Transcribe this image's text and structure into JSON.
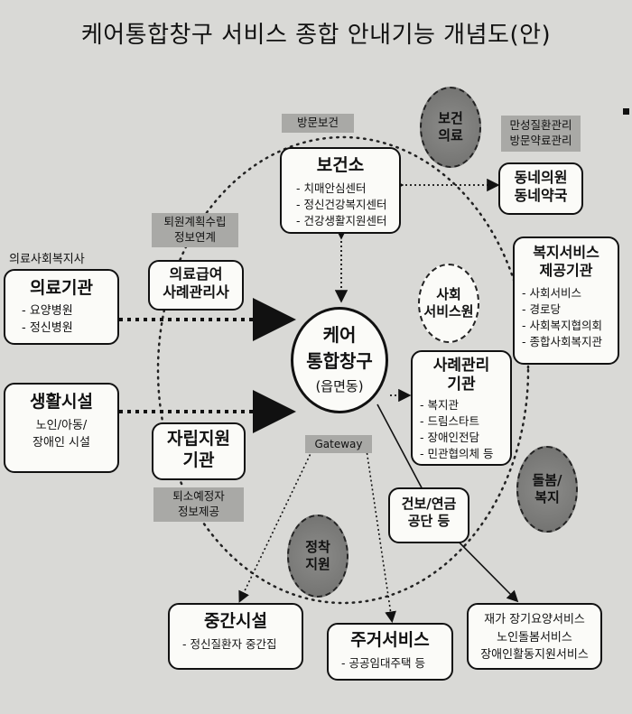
{
  "title": "케어통합창구 서비스 종합 안내기능 개념도(안)",
  "center": {
    "line1": "케어",
    "line2": "통합창구",
    "sub": "(읍면동)",
    "gateway": "Gateway"
  },
  "health_center": {
    "title": "보건소",
    "items": [
      "치매안심센터",
      "정신건강복지센터",
      "건강생활지원센터"
    ],
    "tag": "방문보건"
  },
  "clinic": {
    "title1": "동네의원",
    "title2": "동네약국",
    "tag1": "만성질환관리",
    "tag2": "방문약료관리"
  },
  "welfare_service": {
    "title1": "복지서비스",
    "title2": "제공기관",
    "items": [
      "사회서비스",
      "경로당",
      "사회복지협의회",
      "종합사회복지관"
    ]
  },
  "case_mgmt": {
    "title1": "사례관리",
    "title2": "기관",
    "items": [
      "복지관",
      "드림스타트",
      "장애인전담",
      "민관협의체 등"
    ]
  },
  "medical": {
    "label": "의료사회복지사",
    "title": "의료기관",
    "items": [
      "요양병원",
      "정신병원"
    ]
  },
  "living": {
    "title": "생활시설",
    "items": [
      "노인/아동/",
      "장애인 시설"
    ]
  },
  "med_benefit": {
    "title1": "의료급여",
    "title2": "사례관리사",
    "tag1": "퇴원계획수립",
    "tag2": "정보연계"
  },
  "independence": {
    "title1": "자립지원",
    "title2": "기관",
    "tag1": "퇴소예정자",
    "tag2": "정보제공"
  },
  "insurance": {
    "title1": "건보/연금",
    "title2": "공단 등"
  },
  "intermediate": {
    "title": "중간시설",
    "items": [
      "정신질환자 중간집"
    ]
  },
  "housing": {
    "title": "주거서비스",
    "items": [
      "공공임대주택 등"
    ]
  },
  "longterm": {
    "lines": [
      "재가 장기요양서비스",
      "노인돌봄서비스",
      "장애인활동지원서비스"
    ]
  },
  "ovals": {
    "health_medical": [
      "보건",
      "의료"
    ],
    "social_service": [
      "사회",
      "서비스원"
    ],
    "care_welfare": [
      "돌봄/",
      "복지"
    ],
    "settlement": [
      "정착",
      "지원"
    ]
  }
}
